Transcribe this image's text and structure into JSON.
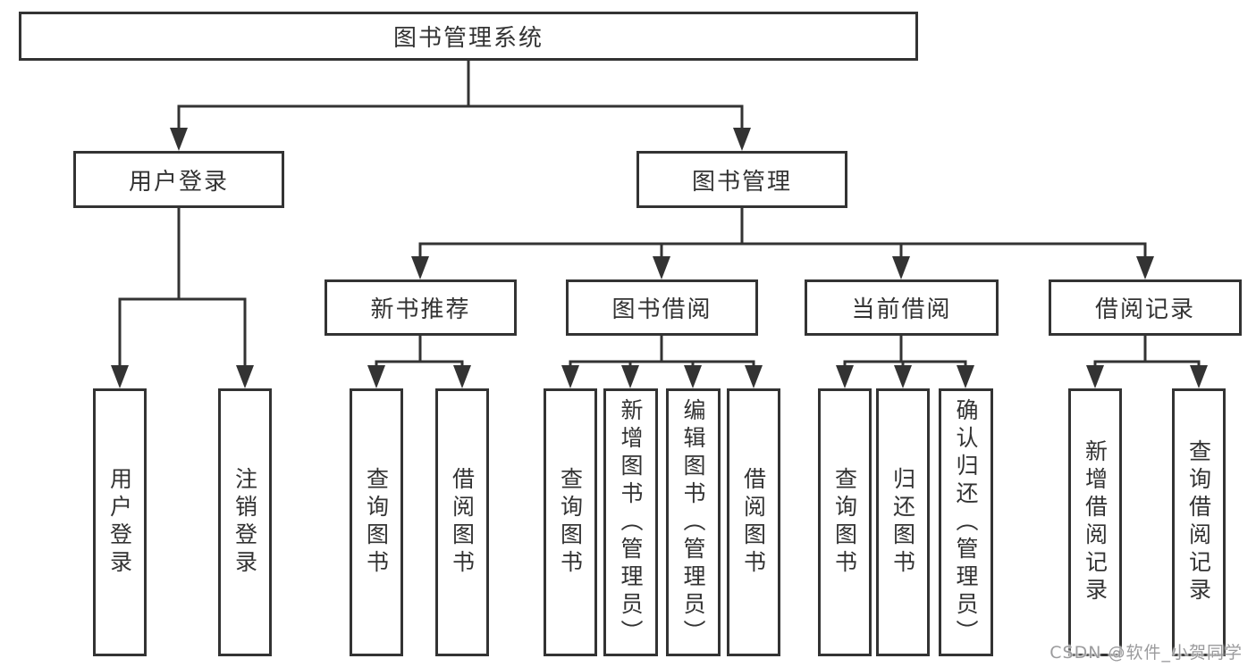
{
  "diagram": {
    "title": "图书管理系统",
    "watermark": "CSDN @软件_小贺同学",
    "colors": {
      "line": "#333333",
      "text": "#333333",
      "box_background": "#ffffff",
      "watermark": "#9b9b9d"
    },
    "nodes": {
      "root": {
        "label": "图书管理系统"
      },
      "level2": [
        {
          "label": "用户登录"
        },
        {
          "label": "图书管理"
        }
      ],
      "level3": [
        {
          "label": "新书推荐",
          "parent": "图书管理"
        },
        {
          "label": "图书借阅",
          "parent": "图书管理"
        },
        {
          "label": "当前借阅",
          "parent": "图书管理"
        },
        {
          "label": "借阅记录",
          "parent": "图书管理"
        }
      ],
      "leaves": [
        {
          "label": "用户登录",
          "parent": "用户登录"
        },
        {
          "label": "注销登录",
          "parent": "用户登录"
        },
        {
          "label": "查询图书",
          "parent": "新书推荐"
        },
        {
          "label": "借阅图书",
          "parent": "新书推荐"
        },
        {
          "label": "查询图书",
          "parent": "图书借阅"
        },
        {
          "label": "新增图书（管理员）",
          "parent": "图书借阅"
        },
        {
          "label": "编辑图书（管理员）",
          "parent": "图书借阅"
        },
        {
          "label": "借阅图书",
          "parent": "图书借阅"
        },
        {
          "label": "查询图书",
          "parent": "当前借阅"
        },
        {
          "label": "归还图书",
          "parent": "当前借阅"
        },
        {
          "label": "确认归还（管理员）",
          "parent": "当前借阅"
        },
        {
          "label": "新增借阅记录",
          "parent": "借阅记录"
        },
        {
          "label": "查询借阅记录",
          "parent": "借阅记录"
        }
      ]
    }
  }
}
